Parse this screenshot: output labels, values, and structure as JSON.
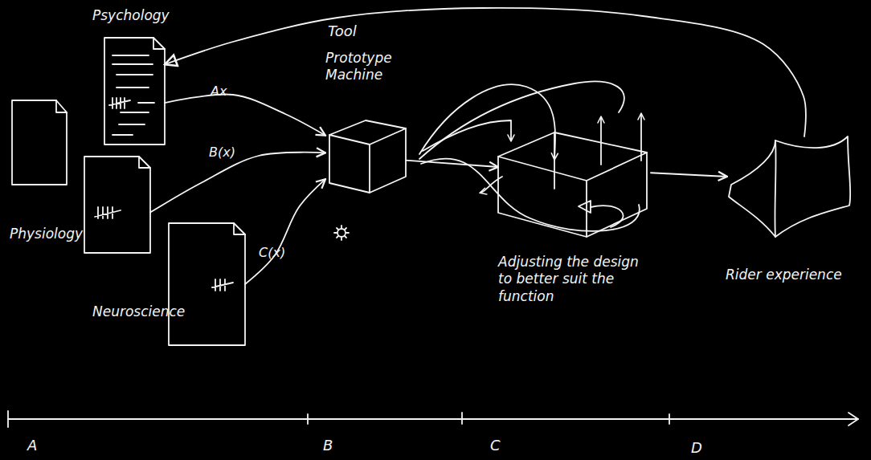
{
  "diagram": {
    "nodes": [
      {
        "text": [
          "Psychology"
        ]
      },
      {
        "text": [
          "Physiology"
        ]
      },
      {
        "text": [
          "Neuroscience"
        ]
      },
      {
        "text": [
          "Tool",
          "Prototype Machine"
        ]
      },
      {
        "text": [
          "Adjusting the design to better suit the function"
        ]
      },
      {
        "text": [
          "Rider experience"
        ]
      }
    ],
    "edges": [
      {
        "from": 0,
        "to": 3,
        "arrow": "to",
        "label": "Ax"
      },
      {
        "from": 1,
        "to": 3,
        "arrow": "to",
        "label": "B(x)"
      },
      {
        "from": 2,
        "to": 3,
        "arrow": "to",
        "label": "C(x)"
      },
      {
        "from": 3,
        "to": 4,
        "arrow": "to"
      },
      {
        "from": 4,
        "to": 5,
        "arrow": "to"
      },
      {
        "from": 5,
        "to": 0,
        "arrow": "to"
      }
    ],
    "labels": [
      "A",
      "B",
      "C",
      "D"
    ]
  }
}
